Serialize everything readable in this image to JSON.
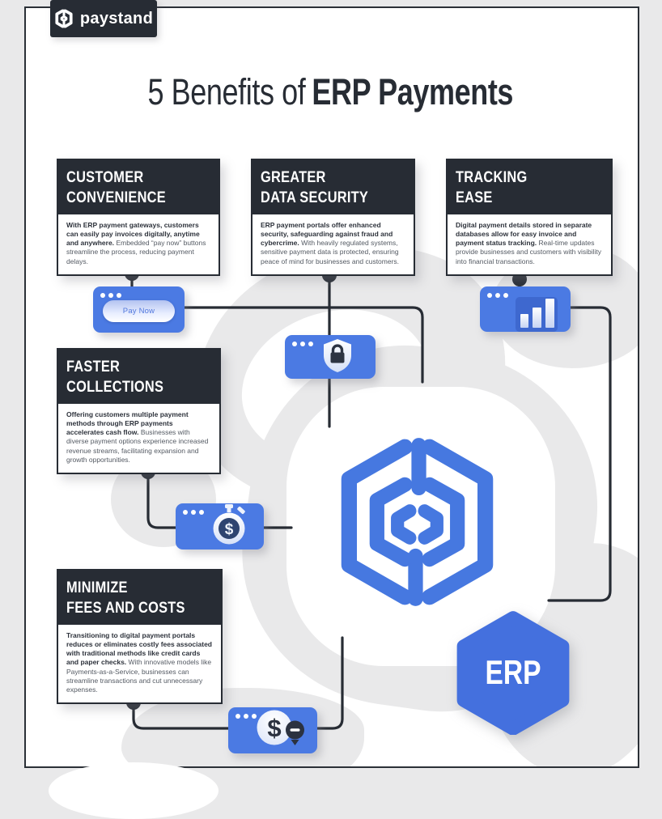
{
  "brand": {
    "name": "paystand"
  },
  "title": {
    "regular": "5 Benefits of",
    "bold": "ERP Payments"
  },
  "benefits": [
    {
      "title_line1": "CUSTOMER",
      "title_line2": "CONVENIENCE",
      "body_bold": "With ERP payment gateways, customers can easily pay invoices digitally, anytime and anywhere.",
      "body_rest": "Embedded “pay now” buttons streamline the process, reducing payment delays."
    },
    {
      "title_line1": "GREATER",
      "title_line2": "DATA SECURITY",
      "body_bold": "ERP payment portals offer enhanced security, safeguarding against fraud and cybercrime.",
      "body_rest": "With heavily regulated systems, sensitive payment data is protected, ensuring peace of mind for businesses and customers."
    },
    {
      "title_line1": "TRACKING",
      "title_line2": "EASE",
      "body_bold": "Digital payment details stored in separate databases allow for easy invoice and payment status tracking.",
      "body_rest": "Real-time updates provide businesses and customers with visibility into financial transactions."
    },
    {
      "title_line1": "FASTER",
      "title_line2": "COLLECTIONS",
      "body_bold": "Offering customers multiple payment methods through ERP payments accelerates cash flow.",
      "body_rest": "Businesses with diverse payment options experience increased revenue streams, facilitating expansion and growth opportunities."
    },
    {
      "title_line1": "MINIMIZE",
      "title_line2": "FEES AND COSTS",
      "body_bold": "Transitioning to digital payment portals reduces or eliminates costly fees associated with traditional methods like credit cards and paper checks.",
      "body_rest": "With innovative models like Payments-as-a-Service, businesses can streamline transactions and cut unnecessary expenses."
    }
  ],
  "cards": {
    "pay_now_label": "Pay Now"
  },
  "erp_badge": {
    "label": "ERP"
  },
  "colors": {
    "accent_blue": "#4b7ae3",
    "logo_blue": "#4678e0",
    "dark_navy": "#272c34",
    "blob_gray": "#e9e9ea",
    "icon_light": "#eef3fc"
  }
}
